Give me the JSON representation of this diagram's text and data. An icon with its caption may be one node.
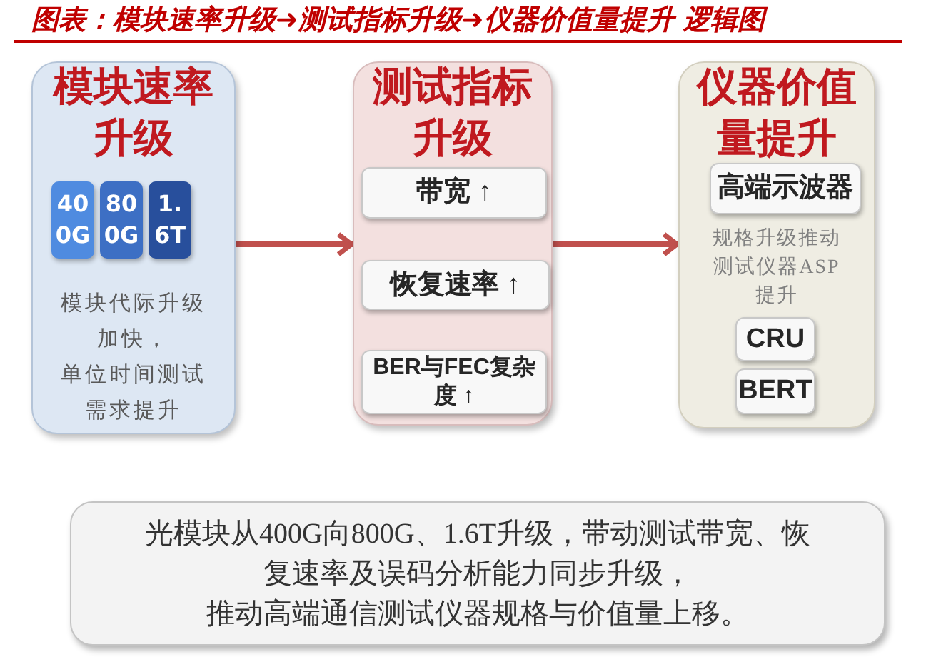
{
  "diagram": {
    "title": "图表：模块速率升级➜测试指标升级➜仪器价值量提升 逻辑图",
    "nodes": [
      {
        "text": [
          "模块速率升级",
          "模块代际升级加快，",
          "单位时间测试需求提升"
        ]
      },
      {
        "text": [
          "400G"
        ],
        "in": 0
      },
      {
        "text": [
          "800G"
        ],
        "in": 0
      },
      {
        "text": [
          "1.6T"
        ],
        "in": 0
      },
      {
        "text": [
          "测试指标升级"
        ]
      },
      {
        "text": [
          "带宽 ↑"
        ],
        "in": 4
      },
      {
        "text": [
          "恢复速率 ↑"
        ],
        "in": 4
      },
      {
        "text": [
          "BER与FEC复杂度 ↑"
        ],
        "in": 4
      },
      {
        "text": [
          "仪器价值量提升",
          "规格升级推动测试仪器ASP提升"
        ]
      },
      {
        "text": [
          "高端示波器"
        ],
        "in": 8
      },
      {
        "text": [
          "CRU"
        ],
        "in": 8
      },
      {
        "text": [
          "BERT"
        ],
        "in": 8
      },
      {
        "text": [
          "光模块从400G向800G、1.6T升级，带动测试带宽、恢复速率及误码分析能力同步升级，",
          "推动高端通信测试仪器规格与价值量上移。"
        ]
      }
    ],
    "edges": [
      {
        "from": 0,
        "to": 4,
        "arrow": "to"
      },
      {
        "from": 4,
        "to": 8,
        "arrow": "to"
      }
    ]
  }
}
